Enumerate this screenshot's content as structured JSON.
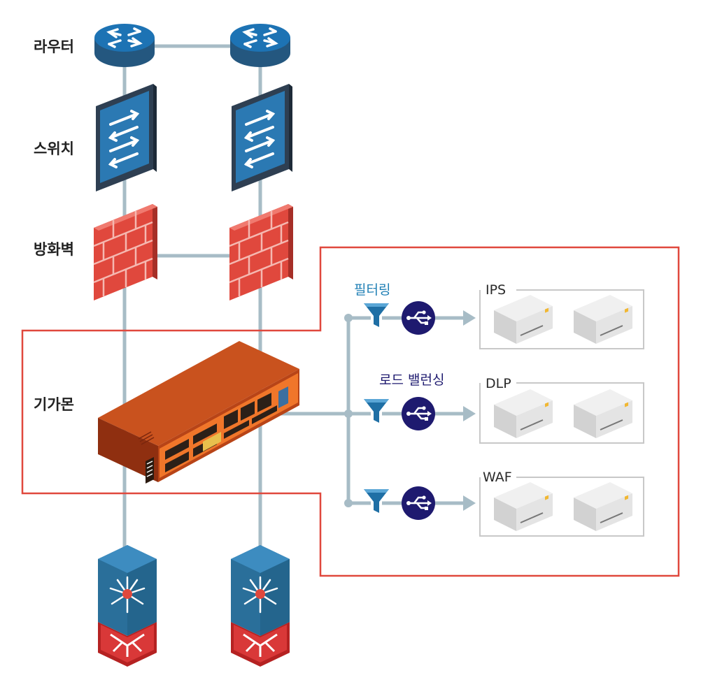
{
  "rows": {
    "router": "라우터",
    "switch": "스위치",
    "firewall": "방화벽",
    "gigamon": "기가몬"
  },
  "functions": {
    "filtering": "필터링",
    "load_balancing": "로드 밸런싱"
  },
  "tool_groups": {
    "ips": "IPS",
    "dlp": "DLP",
    "waf": "WAF"
  },
  "icons": {
    "router": "router-icon",
    "switch": "switch-icon",
    "firewall": "firewall-brick-icon",
    "gigamon": "gigamon-appliance-icon",
    "filter": "funnel-icon",
    "load_balancer": "usb-trident-icon",
    "server": "server-appliance-icon",
    "endpoint": "network-endpoint-icon"
  },
  "colors": {
    "link": "#a7bcc6",
    "highlight_box": "#e0483d",
    "router_blue": "#1d73b4",
    "switch_blue": "#2b79b3",
    "firewall_red": "#e0483d",
    "gigamon_body": "#b84417",
    "gigamon_ports": "#f0762a",
    "filter_blue": "#1f6fa5",
    "lb_navy": "#1e1a6f",
    "filtering_text": "#1f7fb5",
    "load_balancing_text": "#1e1a6f",
    "tool_box": "#c8c8c8",
    "server_grey": "#dedede"
  }
}
